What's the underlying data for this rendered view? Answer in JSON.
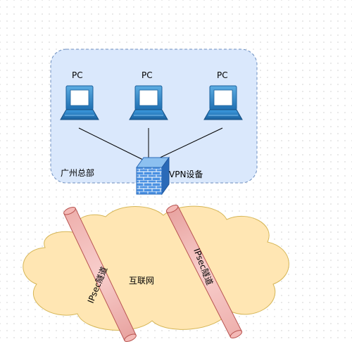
{
  "hq": {
    "label": "广州总部"
  },
  "pcs": [
    {
      "label": "PC"
    },
    {
      "label": "PC"
    },
    {
      "label": "PC"
    }
  ],
  "vpn_device": {
    "label": "VPN设备"
  },
  "internet": {
    "label": "互联网"
  },
  "tunnels": [
    {
      "label": "IPsec隧道"
    },
    {
      "label": "IPsec隧道"
    }
  ],
  "colors": {
    "group_fill": "#dae8fc",
    "group_stroke": "#6c8ebf",
    "pc_blue": "#2e86c1",
    "cloud_fill": "#ffe6b3",
    "cloud_stroke": "#d6b656",
    "tunnel_fill": "#f8cecc",
    "tunnel_stroke": "#b85450",
    "firewall_blue": "#3a7fd5"
  }
}
